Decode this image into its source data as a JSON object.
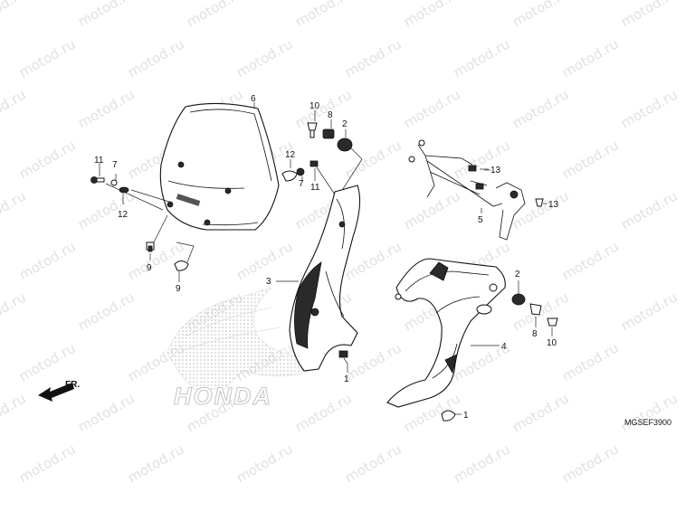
{
  "watermark_text": "motod.ru",
  "logo_text": "HONDA",
  "front_label": "FR.",
  "diagram_code": "MGSEF3900",
  "callouts": [
    "6",
    "10",
    "8",
    "2",
    "11",
    "7",
    "12",
    "12",
    "7",
    "11",
    "9",
    "9",
    "3",
    "1",
    "13",
    "13",
    "5",
    "2",
    "8",
    "10",
    "4",
    "1"
  ]
}
